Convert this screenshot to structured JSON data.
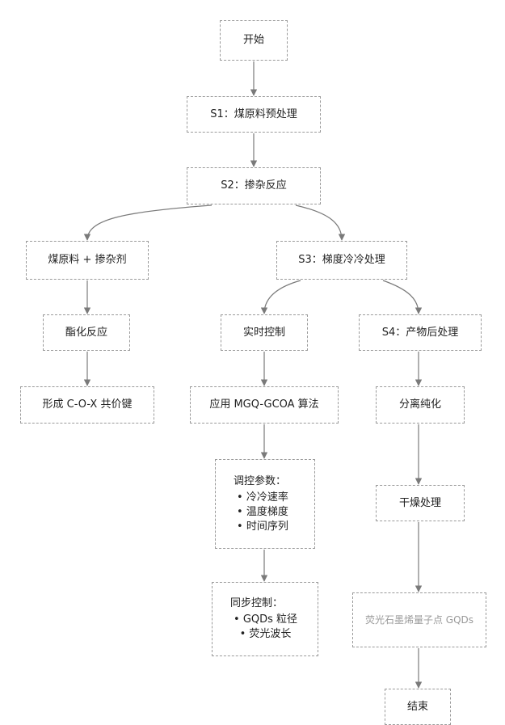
{
  "nodes": {
    "start": "开始",
    "s1": "S1：煤原料预处理",
    "s2": "S2：掺杂反应",
    "a1": "煤原料 + 掺杂剂",
    "s3": "S3：梯度冷冷处理",
    "a2": "酯化反应",
    "a3": "形成 C-O-X 共价键",
    "b1": "实时控制",
    "b2": "应用 MGQ-GCOA 算法",
    "b3": {
      "title": "调控参数：",
      "items": [
        "冷冷速率",
        "温度梯度",
        "时间序列"
      ]
    },
    "b4": {
      "title": "同步控制：",
      "items": [
        "GQDs 粒径",
        "荧光波长"
      ]
    },
    "c1": "S4：产物后处理",
    "c2": "分离纯化",
    "c3": "干燥处理",
    "c4": "荧光石墨烯量子点 GQDs",
    "end": "结束"
  },
  "colors": {
    "border": "#9a9a9a",
    "edge": "#7a7a7a",
    "text": "#222222"
  }
}
